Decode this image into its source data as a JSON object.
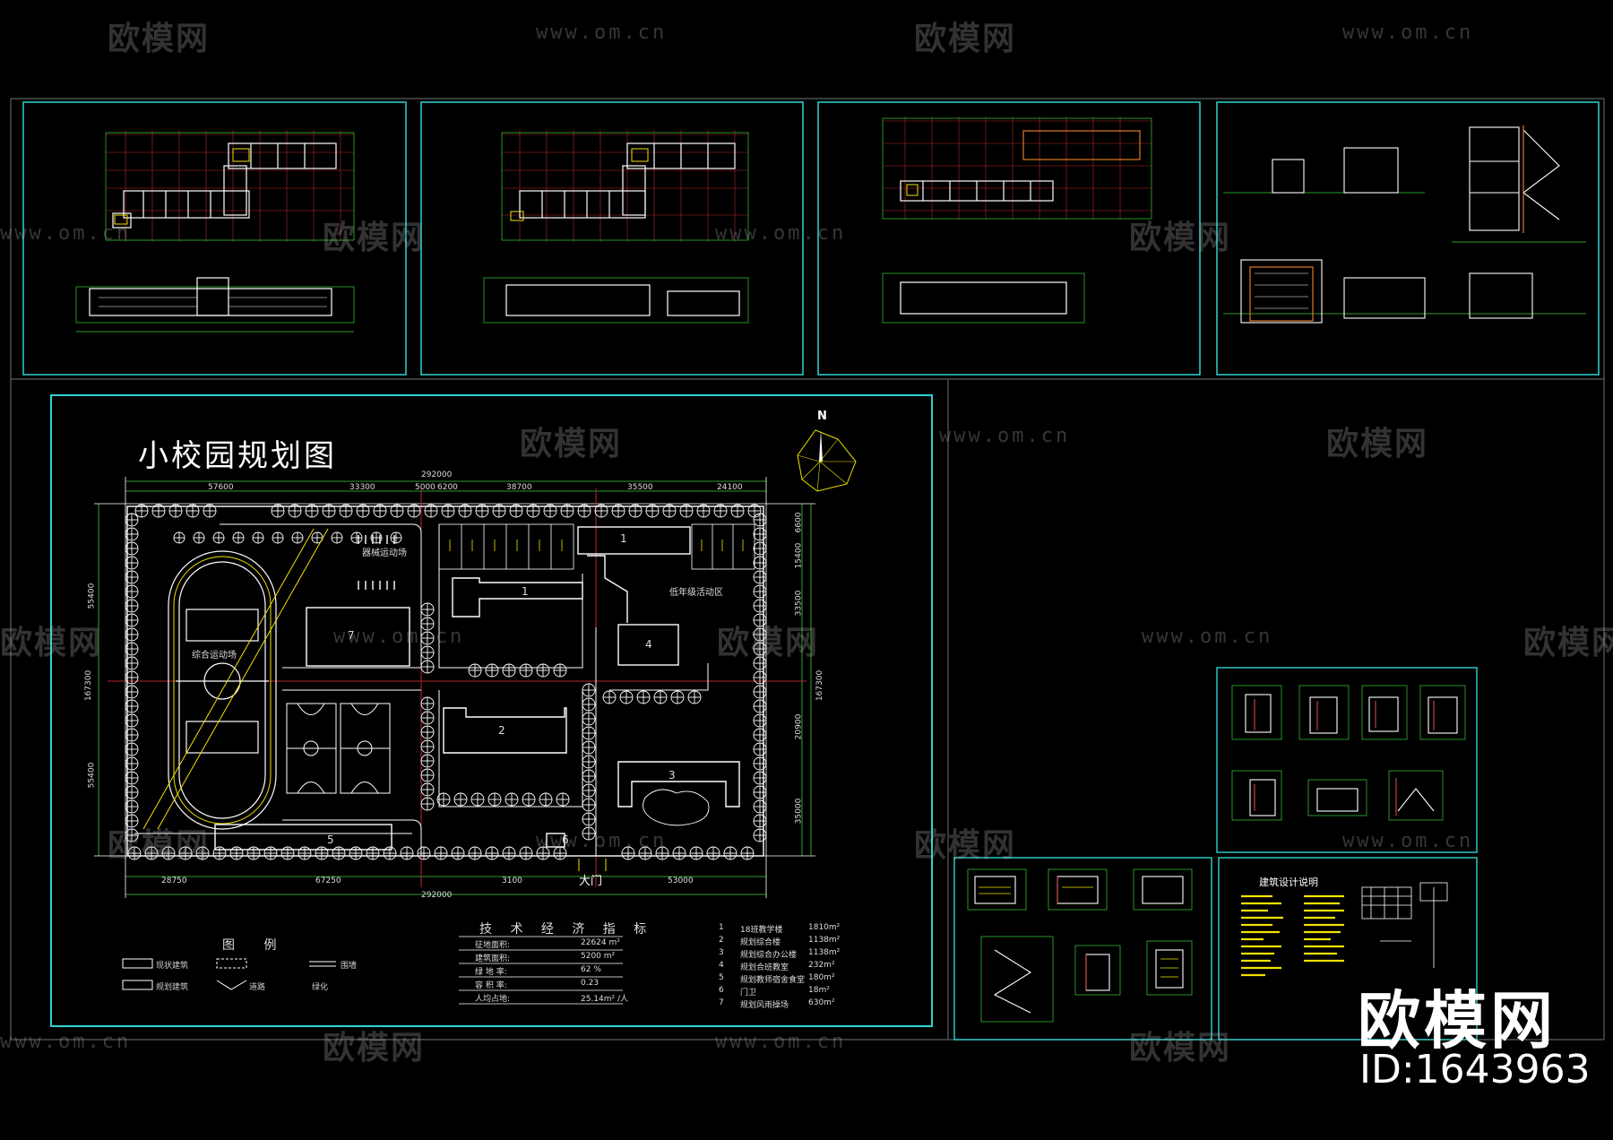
{
  "watermark": {
    "brand": "欧模网",
    "url": "www.om.cn"
  },
  "main_sheet": {
    "title": "小校园规划图",
    "north": "N",
    "dimensions_top": [
      "292000",
      "57600",
      "33300",
      "5000",
      "6200",
      "38700",
      "35500",
      "24100"
    ],
    "dimensions_bottom": [
      "28750",
      "67250",
      "3100",
      "53000",
      "292000"
    ],
    "dimensions_left": [
      "55400",
      "167300",
      "55400"
    ],
    "dimensions_right": [
      "6600",
      "15400",
      "33500",
      "167300",
      "20900",
      "35000"
    ],
    "areas": {
      "fitness_field": "器械运动场",
      "sports_field": "综合运动场",
      "low_grade_area": "低年级活动区",
      "main_gate": "大门"
    },
    "building_numbers": [
      "1",
      "1",
      "2",
      "3",
      "4",
      "5",
      "6",
      "7"
    ],
    "legend": {
      "title": "图 例",
      "items": [
        "现状建筑",
        "规划建筑",
        "道路",
        "围墙",
        "绿化"
      ]
    },
    "tech": {
      "title": "技 术 经 济 指 标",
      "rows": [
        {
          "label": "征地面积:",
          "value": "22624 m²"
        },
        {
          "label": "建筑面积:",
          "value": "5200 m²"
        },
        {
          "label": "绿 地 率:",
          "value": "62 %"
        },
        {
          "label": "容 积 率:",
          "value": "0.23"
        },
        {
          "label": "人均占地:",
          "value": "25.14m² /人"
        }
      ]
    },
    "building_list": [
      {
        "no": "1",
        "name": "18班教学楼",
        "area": "1810m²"
      },
      {
        "no": "2",
        "name": "规划综合楼",
        "area": "1138m²"
      },
      {
        "no": "3",
        "name": "规划综合办公楼",
        "area": "1138m²"
      },
      {
        "no": "4",
        "name": "规划合班教室",
        "area": "232m²"
      },
      {
        "no": "5",
        "name": "规划教师宿舍食堂",
        "area": "180m²"
      },
      {
        "no": "6",
        "name": "门卫",
        "area": "18m²"
      },
      {
        "no": "7",
        "name": "规划风雨操场",
        "area": "630m²"
      }
    ]
  },
  "notes_sheet": {
    "title": "建筑设计说明"
  },
  "branding": {
    "name": "欧模网",
    "id": "ID:1643963"
  },
  "colors": {
    "frame": "#2fd3d3",
    "drawing_green": "#3bd13b",
    "grid_red": "#b8262b",
    "drawing_yellow": "#f2e200",
    "drawing_white": "#ffffff",
    "background": "#000000"
  }
}
